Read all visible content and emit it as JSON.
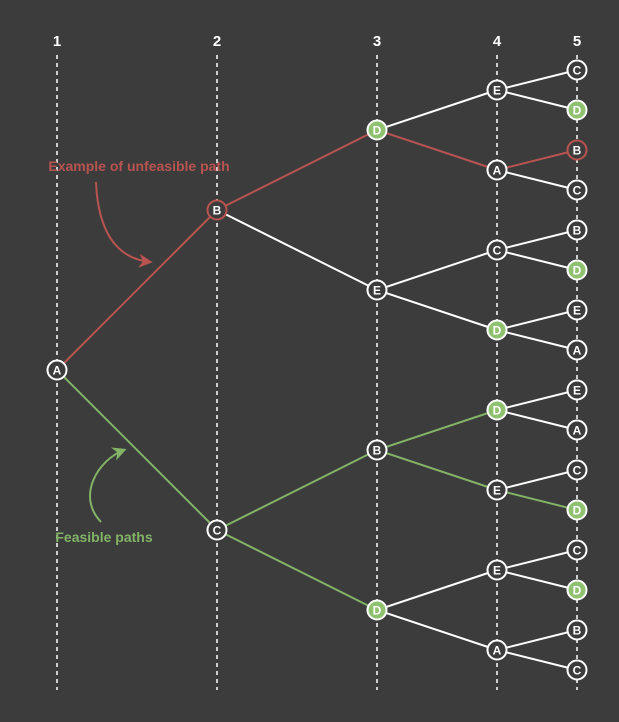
{
  "colors": {
    "background": "#3c3c3c",
    "default": "#ffffff",
    "feasible": "#82b366",
    "feasible_fill": "#8fc171",
    "unfeasible": "#b85450",
    "node_fill": "#3c3c3c"
  },
  "columns": [
    "1",
    "2",
    "3",
    "4",
    "5"
  ],
  "annotations": {
    "unfeasible_label": "Example of unfeasible path",
    "feasible_label": "Feasible paths"
  },
  "tree": {
    "nodes": [
      {
        "id": "n1",
        "label": "A",
        "col": 0,
        "row": 15,
        "style": "white"
      },
      {
        "id": "n2",
        "label": "B",
        "col": 1,
        "row": 7,
        "style": "red"
      },
      {
        "id": "n3",
        "label": "C",
        "col": 1,
        "row": 23,
        "style": "white"
      },
      {
        "id": "n4",
        "label": "D",
        "col": 2,
        "row": 3,
        "style": "green"
      },
      {
        "id": "n5",
        "label": "E",
        "col": 2,
        "row": 11,
        "style": "white"
      },
      {
        "id": "n6",
        "label": "B",
        "col": 2,
        "row": 19,
        "style": "white"
      },
      {
        "id": "n7",
        "label": "D",
        "col": 2,
        "row": 27,
        "style": "green"
      },
      {
        "id": "n8",
        "label": "E",
        "col": 3,
        "row": 1,
        "style": "white"
      },
      {
        "id": "n9",
        "label": "A",
        "col": 3,
        "row": 5,
        "style": "white"
      },
      {
        "id": "n10",
        "label": "C",
        "col": 3,
        "row": 9,
        "style": "white"
      },
      {
        "id": "n11",
        "label": "D",
        "col": 3,
        "row": 13,
        "style": "green"
      },
      {
        "id": "n12",
        "label": "D",
        "col": 3,
        "row": 17,
        "style": "green"
      },
      {
        "id": "n13",
        "label": "E",
        "col": 3,
        "row": 21,
        "style": "white"
      },
      {
        "id": "n14",
        "label": "E",
        "col": 3,
        "row": 25,
        "style": "white"
      },
      {
        "id": "n15",
        "label": "A",
        "col": 3,
        "row": 29,
        "style": "white"
      },
      {
        "id": "n16",
        "label": "C",
        "col": 4,
        "row": 0,
        "style": "white"
      },
      {
        "id": "n17",
        "label": "D",
        "col": 4,
        "row": 2,
        "style": "green"
      },
      {
        "id": "n18",
        "label": "B",
        "col": 4,
        "row": 4,
        "style": "red"
      },
      {
        "id": "n19",
        "label": "C",
        "col": 4,
        "row": 6,
        "style": "white"
      },
      {
        "id": "n20",
        "label": "B",
        "col": 4,
        "row": 8,
        "style": "white"
      },
      {
        "id": "n21",
        "label": "D",
        "col": 4,
        "row": 10,
        "style": "green"
      },
      {
        "id": "n22",
        "label": "E",
        "col": 4,
        "row": 12,
        "style": "white"
      },
      {
        "id": "n23",
        "label": "A",
        "col": 4,
        "row": 14,
        "style": "white"
      },
      {
        "id": "n24",
        "label": "E",
        "col": 4,
        "row": 16,
        "style": "white"
      },
      {
        "id": "n25",
        "label": "A",
        "col": 4,
        "row": 18,
        "style": "white"
      },
      {
        "id": "n26",
        "label": "C",
        "col": 4,
        "row": 20,
        "style": "white"
      },
      {
        "id": "n27",
        "label": "D",
        "col": 4,
        "row": 22,
        "style": "green"
      },
      {
        "id": "n28",
        "label": "C",
        "col": 4,
        "row": 24,
        "style": "white"
      },
      {
        "id": "n29",
        "label": "D",
        "col": 4,
        "row": 26,
        "style": "green"
      },
      {
        "id": "n30",
        "label": "B",
        "col": 4,
        "row": 28,
        "style": "white"
      },
      {
        "id": "n31",
        "label": "C",
        "col": 4,
        "row": 30,
        "style": "white"
      }
    ],
    "edges": [
      {
        "from": "n1",
        "to": "n2",
        "style": "red"
      },
      {
        "from": "n1",
        "to": "n3",
        "style": "green"
      },
      {
        "from": "n2",
        "to": "n4",
        "style": "red"
      },
      {
        "from": "n2",
        "to": "n5",
        "style": "white"
      },
      {
        "from": "n3",
        "to": "n6",
        "style": "green"
      },
      {
        "from": "n3",
        "to": "n7",
        "style": "green"
      },
      {
        "from": "n4",
        "to": "n8",
        "style": "white"
      },
      {
        "from": "n4",
        "to": "n9",
        "style": "red"
      },
      {
        "from": "n5",
        "to": "n10",
        "style": "white"
      },
      {
        "from": "n5",
        "to": "n11",
        "style": "white"
      },
      {
        "from": "n6",
        "to": "n12",
        "style": "green"
      },
      {
        "from": "n6",
        "to": "n13",
        "style": "green"
      },
      {
        "from": "n7",
        "to": "n14",
        "style": "white"
      },
      {
        "from": "n7",
        "to": "n15",
        "style": "white"
      },
      {
        "from": "n8",
        "to": "n16",
        "style": "white"
      },
      {
        "from": "n8",
        "to": "n17",
        "style": "white"
      },
      {
        "from": "n9",
        "to": "n18",
        "style": "red"
      },
      {
        "from": "n9",
        "to": "n19",
        "style": "white"
      },
      {
        "from": "n10",
        "to": "n20",
        "style": "white"
      },
      {
        "from": "n10",
        "to": "n21",
        "style": "white"
      },
      {
        "from": "n11",
        "to": "n22",
        "style": "white"
      },
      {
        "from": "n11",
        "to": "n23",
        "style": "white"
      },
      {
        "from": "n12",
        "to": "n24",
        "style": "white"
      },
      {
        "from": "n12",
        "to": "n25",
        "style": "white"
      },
      {
        "from": "n13",
        "to": "n26",
        "style": "white"
      },
      {
        "from": "n13",
        "to": "n27",
        "style": "green"
      },
      {
        "from": "n14",
        "to": "n28",
        "style": "white"
      },
      {
        "from": "n14",
        "to": "n29",
        "style": "white"
      },
      {
        "from": "n15",
        "to": "n30",
        "style": "white"
      },
      {
        "from": "n15",
        "to": "n31",
        "style": "white"
      }
    ]
  }
}
